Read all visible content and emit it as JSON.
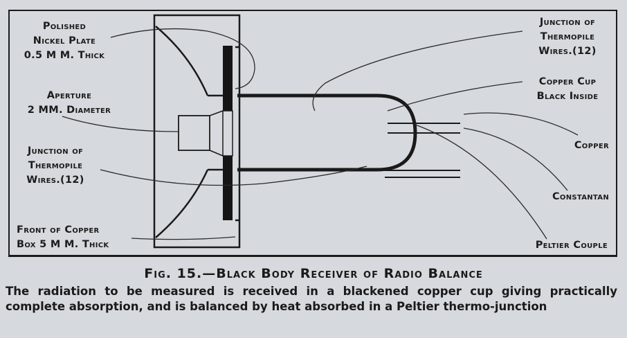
{
  "labels": {
    "polished_nickel": [
      "Polished",
      "Nickel Plate",
      "0.5 M M. Thick"
    ],
    "aperture": [
      "Aperture",
      "2 MM. Diameter"
    ],
    "junction_left": [
      "Junction of",
      "Thermopile",
      "Wires.(12)"
    ],
    "front_copper": [
      "Front of Copper",
      "Box 5 M M. Thick"
    ],
    "junction_right": [
      "Junction of",
      "Thermopile",
      "Wires.(12)"
    ],
    "copper_cup": [
      "Copper Cup",
      "Black Inside"
    ],
    "copper": "Copper",
    "constantan": "Constantan",
    "peltier": "Peltier Couple"
  },
  "caption": {
    "title": "Fig. 15.—Black Body Receiver of Radio Balance",
    "body": "The radiation to be measured is received in a blackened copper cup giving practically complete absorption, and is balanced by heat absorbed in a Peltier thermo-junction"
  }
}
